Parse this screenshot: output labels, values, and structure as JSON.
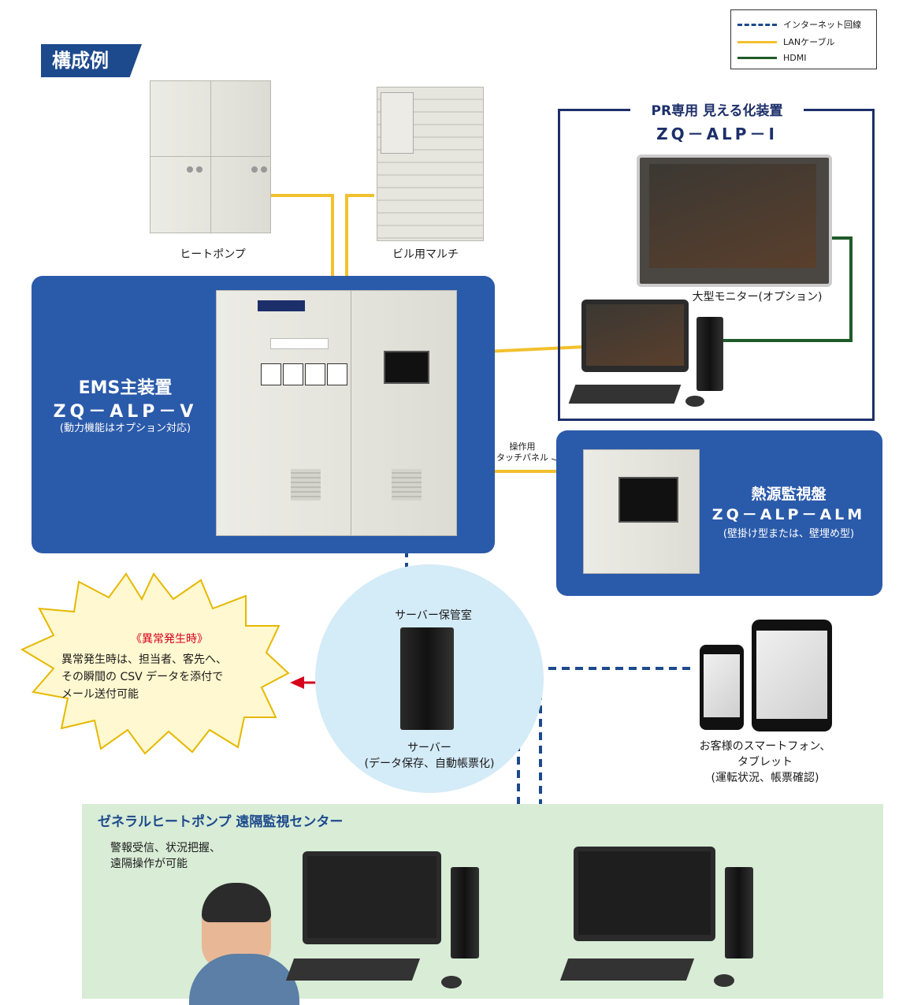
{
  "header": {
    "title": "構成例"
  },
  "legend": {
    "items": [
      {
        "label": "インターネット回線",
        "color": "#1d4a8c",
        "style": "dashed"
      },
      {
        "label": "LANケーブル",
        "color": "#f2c12e",
        "style": "solid"
      },
      {
        "label": "HDMI",
        "color": "#1f5b2a",
        "style": "solid"
      }
    ]
  },
  "devices": {
    "heat_pump": "ヒートポンプ",
    "building_multi": "ビル用マルチ",
    "large_monitor": "大型モニター(オプション)",
    "touch_panel": "操作用\nタッチパネル",
    "server_room": "サーバー保管室",
    "server": "サーバー\n(データ保存、自動帳票化)",
    "smartphone": "お客様のスマートフォン、\nタブレット\n(運転状況、帳票確認)"
  },
  "pr_box": {
    "title": "PR専用 見える化装置",
    "model": "ZQ－ALP－Ⅰ"
  },
  "ems": {
    "title": "EMS主装置",
    "model": "ZQ－ALP－V",
    "note": "(動力機能はオプション対応)"
  },
  "heat_source": {
    "title": "熱源監視盤",
    "model": "ZQ－ALP－ALM",
    "note": "(壁掛け型または、壁埋め型)"
  },
  "alert": {
    "title": "《異常発生時》",
    "text": "異常発生時は、担当者、客先へ、\nその瞬間の CSV データを添付で\nメール送付可能"
  },
  "center": {
    "title": "ゼネラルヒートポンプ 遠隔監視センター",
    "text": "警報受信、状況把握、\n遠隔操作が可能"
  },
  "colors": {
    "panel_blue": "#2a5aaa",
    "internet": "#1d4a8c",
    "lan": "#f2c12e",
    "hdmi": "#1f5b2a",
    "alert_red": "#d6001c"
  }
}
